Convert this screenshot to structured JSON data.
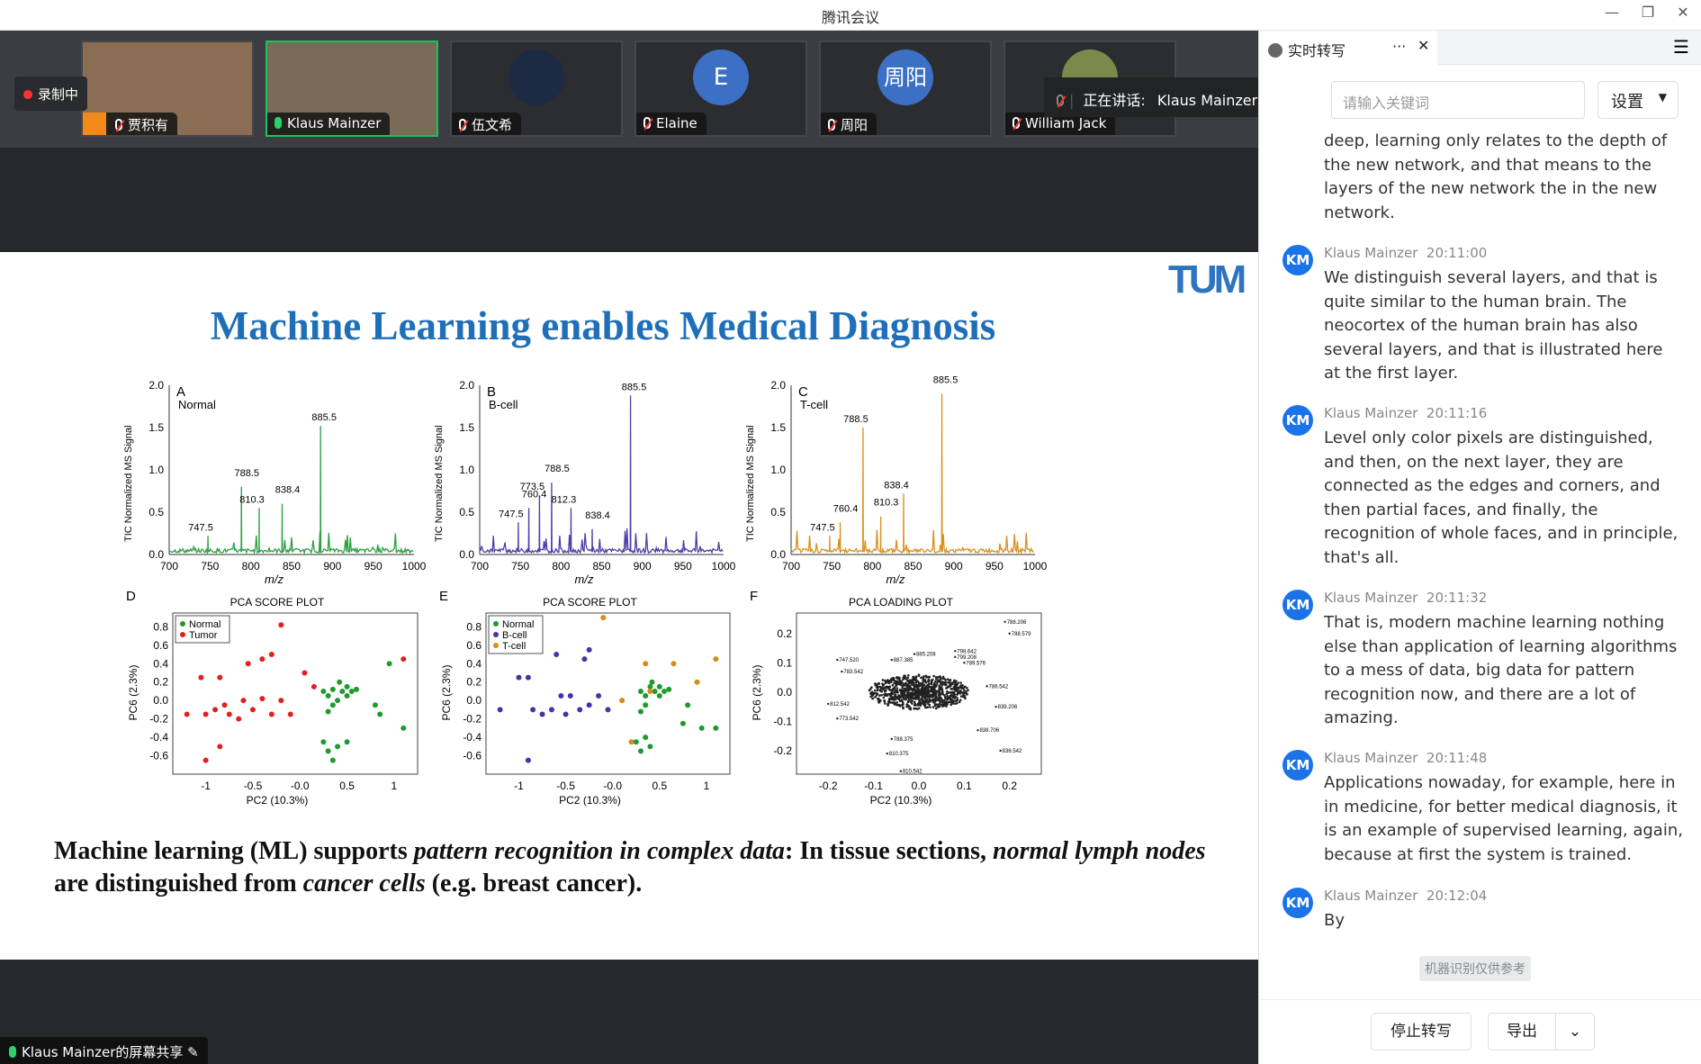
{
  "app": {
    "title": "腾讯会议",
    "minimize": "—",
    "restore": "❐",
    "close": "✕"
  },
  "recording": "录制中",
  "speaking": {
    "label": "正在讲话:",
    "name": "Klaus Mainzer;"
  },
  "participants": [
    {
      "name": "贾积有",
      "mic": "off"
    },
    {
      "name": "Klaus Mainzer",
      "mic": "on",
      "active": true
    },
    {
      "name": "伍文希",
      "mic": "off"
    },
    {
      "name": "Elaine",
      "mic": "off",
      "avatar": "E"
    },
    {
      "name": "周阳",
      "mic": "off",
      "avatar": "周阳"
    },
    {
      "name": "William Jack",
      "mic": "off"
    }
  ],
  "slide": {
    "logo": "TUM",
    "title": "Machine Learning enables Medical Diagnosis",
    "caption_parts": [
      "Machine learning (ML) supports ",
      "pattern recognition in complex data",
      ": In tissue sections,  ",
      "normal lymph nodes",
      " are distinguished from ",
      "cancer cells",
      " (e.g. breast cancer)."
    ]
  },
  "share_label": "Klaus Mainzer的屏幕共享",
  "sidebar": {
    "tab": "实时转写",
    "more": "···",
    "close": "✕",
    "menu": "☰",
    "search_placeholder": "请输入关键词",
    "settings": "设置",
    "first_text": "deep, learning only relates to the depth of the new network, and that means to the layers of the new network the in the new network.",
    "entries": [
      {
        "initials": "KM",
        "speaker": "Klaus Mainzer",
        "time": "20:11:00",
        "text": "We distinguish several layers, and that is quite similar to the human brain. The neocortex of the human brain has also several layers, and that is illustrated here at the first layer."
      },
      {
        "initials": "KM",
        "speaker": "Klaus Mainzer",
        "time": "20:11:16",
        "text": "Level only color pixels are distinguished, and then, on the next layer, they are connected as the edges and corners, and then partial faces, and finally, the recognition of whole faces, and in principle, that's all."
      },
      {
        "initials": "KM",
        "speaker": "Klaus Mainzer",
        "time": "20:11:32",
        "text": "That is, modern machine learning nothing else than application of learning algorithms to a mess of data, big data for pattern recognition now, and there are a lot of amazing."
      },
      {
        "initials": "KM",
        "speaker": "Klaus Mainzer",
        "time": "20:11:48",
        "text": "Applications nowaday, for example, here in in medicine, for better medical diagnosis, it is an example of supervised learning, again, because at first the system is trained."
      },
      {
        "initials": "KM",
        "speaker": "Klaus Mainzer",
        "time": "20:12:04",
        "text": "By"
      }
    ],
    "note": "机器识别仅供参考",
    "stop": "停止转写",
    "export": "导出"
  },
  "chart_data": [
    {
      "type": "line",
      "panel": "A",
      "subtitle": "Normal",
      "color": "#2ea043",
      "ylabel": "TIC Normalized MS Signal",
      "xlabel": "m/z",
      "xlim": [
        700,
        1000
      ],
      "ylim": [
        0,
        2.0
      ],
      "xticks": [
        700,
        750,
        800,
        850,
        900,
        950,
        1000
      ],
      "yticks": [
        0.0,
        0.5,
        1.0,
        1.5,
        2.0
      ],
      "peaks": [
        {
          "mz": 747.5,
          "y": 0.22,
          "label": "747.5"
        },
        {
          "mz": 788.5,
          "y": 0.8,
          "label": "788.5"
        },
        {
          "mz": 810.3,
          "y": 0.55,
          "label": "810.3"
        },
        {
          "mz": 838.4,
          "y": 0.6,
          "label": "838.4"
        },
        {
          "mz": 885.5,
          "y": 1.52,
          "label": "885.5"
        }
      ]
    },
    {
      "type": "line",
      "panel": "B",
      "subtitle": "B-cell",
      "color": "#4b3fa8",
      "ylabel": "TIC Normalized MS Signal",
      "xlabel": "m/z",
      "xlim": [
        700,
        1000
      ],
      "ylim": [
        0,
        2.0
      ],
      "xticks": [
        700,
        750,
        800,
        850,
        900,
        950,
        1000
      ],
      "yticks": [
        0.0,
        0.5,
        1.0,
        1.5,
        2.0
      ],
      "peaks": [
        {
          "mz": 747.5,
          "y": 0.38,
          "label": "747.5"
        },
        {
          "mz": 760.4,
          "y": 0.55,
          "label": "760.4"
        },
        {
          "mz": 773.5,
          "y": 0.7,
          "label": "773.5"
        },
        {
          "mz": 788.5,
          "y": 0.85,
          "label": "788.5"
        },
        {
          "mz": 812.3,
          "y": 0.55,
          "label": "812.3"
        },
        {
          "mz": 838.4,
          "y": 0.3,
          "label": "838.4"
        },
        {
          "mz": 885.5,
          "y": 1.88,
          "label": "885.5"
        }
      ]
    },
    {
      "type": "line",
      "panel": "C",
      "subtitle": "T-cell",
      "color": "#d9901e",
      "ylabel": "TIC Normalized MS Signal",
      "xlabel": "m/z",
      "xlim": [
        700,
        1000
      ],
      "ylim": [
        0,
        2.0
      ],
      "xticks": [
        700,
        750,
        800,
        850,
        900,
        950,
        1000
      ],
      "yticks": [
        0.0,
        0.5,
        1.0,
        1.5,
        2.0
      ],
      "peaks": [
        {
          "mz": 747.5,
          "y": 0.22,
          "label": "747.5"
        },
        {
          "mz": 760.4,
          "y": 0.38,
          "label": "760.4"
        },
        {
          "mz": 788.5,
          "y": 1.5,
          "label": "788.5"
        },
        {
          "mz": 810.3,
          "y": 0.45,
          "label": "810.3"
        },
        {
          "mz": 838.4,
          "y": 0.72,
          "label": "838.4"
        },
        {
          "mz": 885.5,
          "y": 1.9,
          "label": "885.5"
        }
      ]
    },
    {
      "type": "scatter",
      "panel": "D",
      "title": "PCA SCORE PLOT",
      "xlabel": "PC2 (10.3%)",
      "ylabel": "PC6 (2.3%)",
      "xlim": [
        -1.35,
        1.25
      ],
      "ylim": [
        -0.8,
        0.95
      ],
      "xticks": [
        -1,
        -0.5,
        -0.0,
        0.5,
        1
      ],
      "xtick_labels": [
        "-1",
        "-0.5",
        "-0.0",
        "0.5",
        "1"
      ],
      "yticks": [
        0.8,
        0.6,
        0.4,
        0.2,
        0.0,
        -0.2,
        -0.4,
        -0.6
      ],
      "legend": "top-left",
      "series": [
        {
          "name": "Normal",
          "color": "#1e9a2e",
          "points": [
            [
              0.25,
              0.1
            ],
            [
              0.3,
              0.05
            ],
            [
              0.35,
              0.12
            ],
            [
              0.4,
              0.0
            ],
            [
              0.45,
              0.1
            ],
            [
              0.5,
              0.15
            ],
            [
              0.55,
              0.1
            ],
            [
              0.6,
              0.12
            ],
            [
              0.42,
              0.2
            ],
            [
              0.35,
              -0.05
            ],
            [
              0.3,
              -0.12
            ],
            [
              0.5,
              0.05
            ],
            [
              0.8,
              -0.05
            ],
            [
              0.85,
              -0.15
            ],
            [
              0.95,
              0.4
            ],
            [
              1.1,
              -0.3
            ],
            [
              0.25,
              -0.45
            ],
            [
              0.3,
              -0.55
            ],
            [
              0.4,
              -0.5
            ],
            [
              0.35,
              -0.65
            ],
            [
              0.5,
              -0.45
            ]
          ]
        },
        {
          "name": "Tumor",
          "color": "#e02020",
          "points": [
            [
              -1.05,
              0.25
            ],
            [
              -0.85,
              0.25
            ],
            [
              -0.55,
              0.4
            ],
            [
              -0.4,
              0.45
            ],
            [
              -0.3,
              0.5
            ],
            [
              -0.2,
              0.82
            ],
            [
              0.05,
              0.3
            ],
            [
              0.15,
              0.15
            ],
            [
              -1.2,
              -0.15
            ],
            [
              -1.0,
              -0.15
            ],
            [
              -0.9,
              -0.1
            ],
            [
              -0.8,
              -0.05
            ],
            [
              -0.75,
              -0.15
            ],
            [
              -0.6,
              0.0
            ],
            [
              -0.5,
              -0.1
            ],
            [
              -0.4,
              0.02
            ],
            [
              -0.3,
              -0.15
            ],
            [
              -0.2,
              0.0
            ],
            [
              -0.1,
              -0.15
            ],
            [
              -0.85,
              -0.5
            ],
            [
              -1.0,
              -0.65
            ],
            [
              1.1,
              0.45
            ],
            [
              -0.65,
              -0.2
            ]
          ]
        }
      ]
    },
    {
      "type": "scatter",
      "panel": "E",
      "title": "PCA SCORE PLOT",
      "xlabel": "PC2 (10.3%)",
      "ylabel": "PC6 (2.3%)",
      "xlim": [
        -1.35,
        1.25
      ],
      "ylim": [
        -0.8,
        0.95
      ],
      "xticks": [
        -1,
        -0.5,
        -0.0,
        0.5,
        1
      ],
      "xtick_labels": [
        "-1",
        "-0.5",
        "-0.0",
        "0.5",
        "1"
      ],
      "yticks": [
        0.8,
        0.6,
        0.4,
        0.2,
        0.0,
        -0.2,
        -0.4,
        -0.6
      ],
      "legend": "top-left",
      "series": [
        {
          "name": "Normal",
          "color": "#1e9a2e",
          "points": [
            [
              0.3,
              0.1
            ],
            [
              0.35,
              0.05
            ],
            [
              0.4,
              0.15
            ],
            [
              0.45,
              0.1
            ],
            [
              0.5,
              0.15
            ],
            [
              0.55,
              0.1
            ],
            [
              0.6,
              0.12
            ],
            [
              0.42,
              0.2
            ],
            [
              0.35,
              -0.05
            ],
            [
              0.3,
              -0.12
            ],
            [
              0.5,
              0.05
            ],
            [
              0.8,
              -0.05
            ],
            [
              0.75,
              -0.25
            ],
            [
              0.95,
              -0.3
            ],
            [
              1.1,
              -0.3
            ],
            [
              0.25,
              -0.45
            ],
            [
              0.3,
              -0.55
            ],
            [
              0.4,
              -0.5
            ],
            [
              0.35,
              -0.4
            ]
          ]
        },
        {
          "name": "B-cell",
          "color": "#4533a8",
          "points": [
            [
              -0.6,
              0.5
            ],
            [
              -0.3,
              0.45
            ],
            [
              -0.25,
              0.55
            ],
            [
              -0.9,
              0.25
            ],
            [
              -1.0,
              0.25
            ],
            [
              -0.55,
              0.05
            ],
            [
              -0.45,
              0.05
            ],
            [
              -0.35,
              -0.1
            ],
            [
              -0.25,
              -0.05
            ],
            [
              -0.15,
              0.05
            ],
            [
              -0.05,
              -0.1
            ],
            [
              -0.65,
              -0.1
            ],
            [
              -0.75,
              -0.15
            ],
            [
              -0.85,
              -0.1
            ],
            [
              -1.2,
              -0.1
            ],
            [
              -0.5,
              -0.15
            ],
            [
              -0.9,
              -0.65
            ]
          ]
        },
        {
          "name": "T-cell",
          "color": "#d98a10",
          "points": [
            [
              -0.1,
              0.9
            ],
            [
              0.35,
              0.4
            ],
            [
              0.65,
              0.4
            ],
            [
              1.1,
              0.45
            ],
            [
              0.9,
              0.2
            ],
            [
              0.1,
              0.0
            ],
            [
              0.4,
              0.1
            ],
            [
              0.2,
              -0.45
            ]
          ]
        }
      ]
    },
    {
      "type": "scatter",
      "panel": "F",
      "title": "PCA LOADING PLOT",
      "xlabel": "PC2 (10.3%)",
      "ylabel": "PC6 (2.3%)",
      "xlim": [
        -0.27,
        0.27
      ],
      "ylim": [
        -0.28,
        0.27
      ],
      "xticks": [
        -0.2,
        -0.1,
        0.0,
        0.1,
        0.2
      ],
      "yticks": [
        0.2,
        0.1,
        0.0,
        -0.1,
        -0.2
      ],
      "labeled_points": [
        {
          "x": 0.19,
          "y": 0.24,
          "label": "788.206"
        },
        {
          "x": 0.2,
          "y": 0.2,
          "label": "788.579"
        },
        {
          "x": 0.08,
          "y": 0.14,
          "label": "798.642"
        },
        {
          "x": 0.08,
          "y": 0.12,
          "label": "799.208"
        },
        {
          "x": 0.1,
          "y": 0.1,
          "label": "789.576"
        },
        {
          "x": -0.01,
          "y": 0.13,
          "label": "885.208"
        },
        {
          "x": -0.06,
          "y": 0.11,
          "label": "887.385"
        },
        {
          "x": -0.18,
          "y": 0.11,
          "label": "747.520"
        },
        {
          "x": -0.17,
          "y": 0.07,
          "label": "783.542"
        },
        {
          "x": 0.15,
          "y": 0.02,
          "label": "786.542"
        },
        {
          "x": 0.17,
          "y": -0.05,
          "label": "839.206"
        },
        {
          "x": -0.2,
          "y": -0.04,
          "label": "812.542"
        },
        {
          "x": -0.18,
          "y": -0.09,
          "label": "773.542"
        },
        {
          "x": 0.13,
          "y": -0.13,
          "label": "838.706"
        },
        {
          "x": 0.18,
          "y": -0.2,
          "label": "836.542"
        },
        {
          "x": -0.07,
          "y": -0.21,
          "label": "810.375"
        },
        {
          "x": -0.04,
          "y": -0.27,
          "label": "810.542"
        },
        {
          "x": -0.06,
          "y": -0.16,
          "label": "788.375"
        }
      ],
      "cloud_center": [
        0.0,
        0.0
      ]
    }
  ]
}
